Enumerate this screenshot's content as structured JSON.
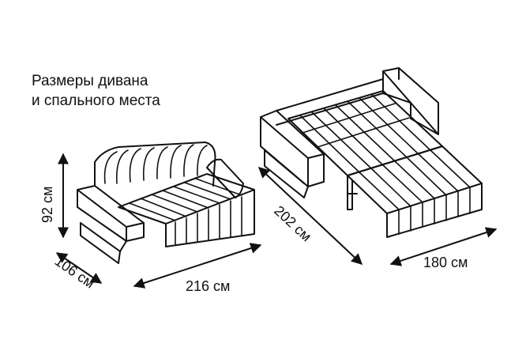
{
  "title": {
    "line1": "Размеры дивана",
    "line2": "и спального места"
  },
  "dimensions": {
    "height": "92 см",
    "depth": "106 см",
    "width": "216 см",
    "bed_length": "202 см",
    "bed_width": "180 см"
  },
  "colors": {
    "stroke": "#111111",
    "background": "#ffffff"
  }
}
